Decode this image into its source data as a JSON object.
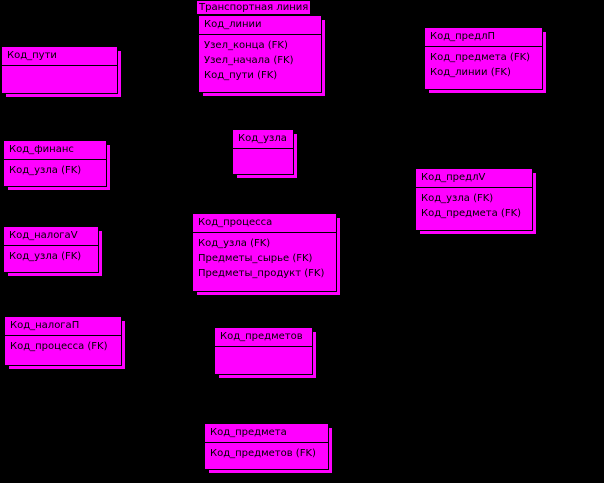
{
  "entities": [
    {
      "id": "transport-line",
      "title": "Транспортная линия",
      "key": "Код_линии",
      "attrs": [
        "Узел_конца (FK)",
        "Узел_начала (FK)",
        "Код_пути (FK)"
      ]
    },
    {
      "id": "path",
      "key": "Код_пути",
      "attrs": []
    },
    {
      "id": "predl",
      "key": "Код_предлП",
      "attrs": [
        "Код_предмета (FK)",
        "Код_линии (FK)"
      ]
    },
    {
      "id": "finance",
      "key": "Код_финанс",
      "attrs": [
        "Код_узла (FK)"
      ]
    },
    {
      "id": "node",
      "key": "Код_узла",
      "attrs": []
    },
    {
      "id": "predlv",
      "key": "Код_предлV",
      "attrs": [
        "Код_узла (FK)",
        "Код_предмета (FK)"
      ]
    },
    {
      "id": "nalogv",
      "key": "Код_налогаV",
      "attrs": [
        "Код_узла (FK)"
      ]
    },
    {
      "id": "process",
      "key": "Код_процесса",
      "attrs": [
        "Код_узла (FK)",
        "Предметы_сырье (FK)",
        "Предметы_продукт (FK)"
      ]
    },
    {
      "id": "nalogp",
      "key": "Код_налогаП",
      "attrs": [
        "Код_процесса (FK)"
      ]
    },
    {
      "id": "items",
      "key": "Код_предметов",
      "attrs": []
    },
    {
      "id": "item",
      "key": "Код_предмета",
      "attrs": [
        "Код_предметов (FK)"
      ]
    }
  ]
}
